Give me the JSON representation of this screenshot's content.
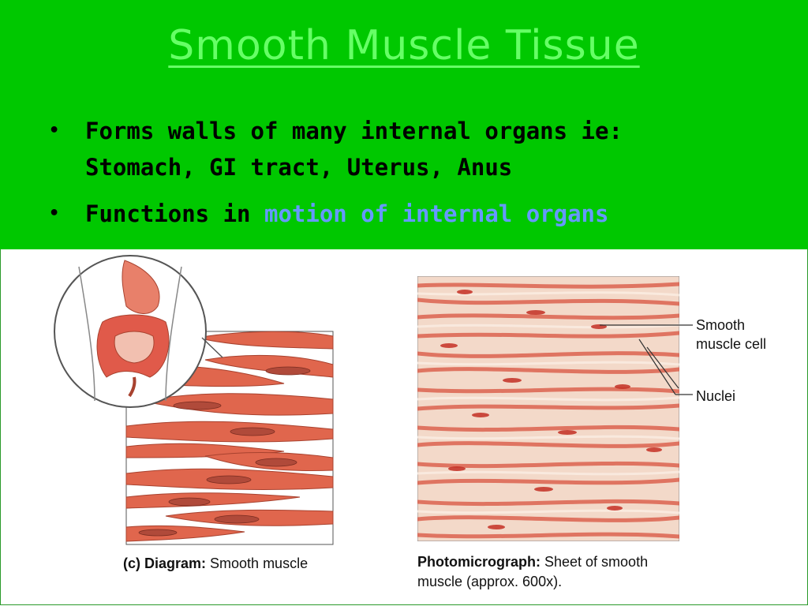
{
  "slide": {
    "title": "Smooth Muscle Tissue",
    "bullets": [
      {
        "lines": [
          "Forms walls of many internal organs ie:",
          "Stomach, GI tract, Uterus, Anus"
        ]
      },
      {
        "prefix": "Functions in ",
        "highlight": "motion of internal organs"
      }
    ],
    "bullet_glyph": "•"
  },
  "figure": {
    "diagram_caption_bold": "(c) Diagram:",
    "diagram_caption_rest": " Smooth muscle",
    "photo_caption_bold": "Photomicrograph:",
    "photo_caption_rest": " Sheet of smooth",
    "photo_caption_line2": "muscle (approx. 600x).",
    "label_cell_line1": "Smooth",
    "label_cell_line2": "muscle cell",
    "label_nuclei": "Nuclei"
  },
  "colors": {
    "band": "#00c800",
    "title": "#66ff66",
    "highlight": "#6699ff",
    "muscle_fiber": "#e0664d",
    "nucleus": "#b04a3a"
  }
}
